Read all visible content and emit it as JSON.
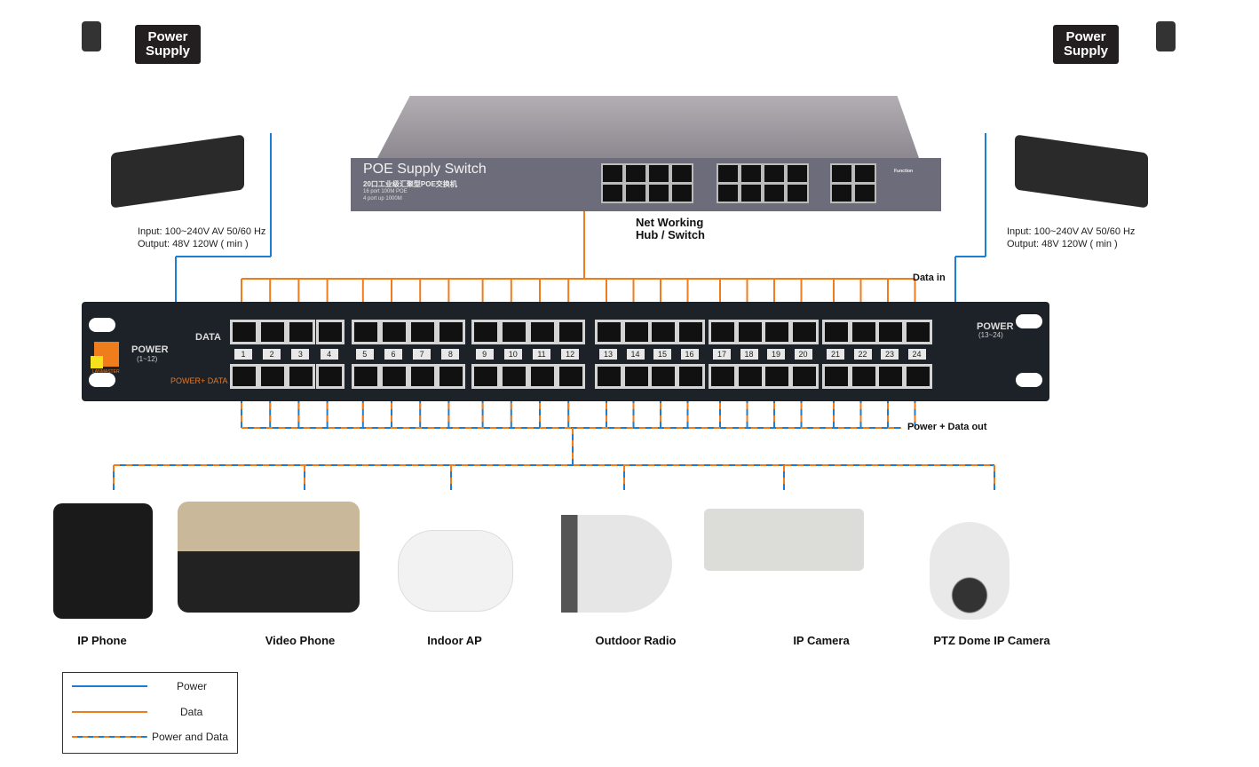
{
  "power_supply_left": {
    "label": "Power Supply",
    "input": "Input: 100~240V AV 50/60 Hz",
    "output": "Output: 48V 120W ( min )"
  },
  "power_supply_right": {
    "label": "Power Supply",
    "input": "Input: 100~240V AV 50/60 Hz",
    "output": "Output: 48V 120W ( min )"
  },
  "switch": {
    "title": "POE Supply Switch",
    "subtitle_cn": "20口工业级汇聚型POE交换机",
    "spec1": "16 port 100M POE",
    "spec2": "4 port up 1000M",
    "function": "Function",
    "caption1": "Net Working",
    "caption2": "Hub / Switch"
  },
  "data_in_label": "Data in",
  "power_data_out_label": "Power + Data out",
  "panel": {
    "data_label": "DATA",
    "power_data_label": "POWER+ DATA",
    "power_left": "POWER",
    "power_left_range": "(1~12)",
    "power_right": "POWER",
    "power_right_range": "(13~24)",
    "brand": "LANMASTER",
    "ports": [
      "1",
      "2",
      "3",
      "4",
      "5",
      "6",
      "7",
      "8",
      "9",
      "10",
      "11",
      "12",
      "13",
      "14",
      "15",
      "16",
      "17",
      "18",
      "19",
      "20",
      "21",
      "22",
      "23",
      "24"
    ]
  },
  "devices": [
    "IP Phone",
    "Video Phone",
    "Indoor AP",
    "Outdoor Radio",
    "IP Camera",
    "PTZ Dome IP Camera"
  ],
  "legend": [
    {
      "label": "Power",
      "style": "solid-blue"
    },
    {
      "label": "Data",
      "style": "solid-orange"
    },
    {
      "label": "Power and Data",
      "style": "dashed-blue-orange"
    }
  ],
  "colors": {
    "power": "#1a7fd4",
    "data": "#f07d1c",
    "switch_body": "#6d6c7a",
    "panel_body": "#1d2128",
    "tag_bg": "#231f20"
  }
}
